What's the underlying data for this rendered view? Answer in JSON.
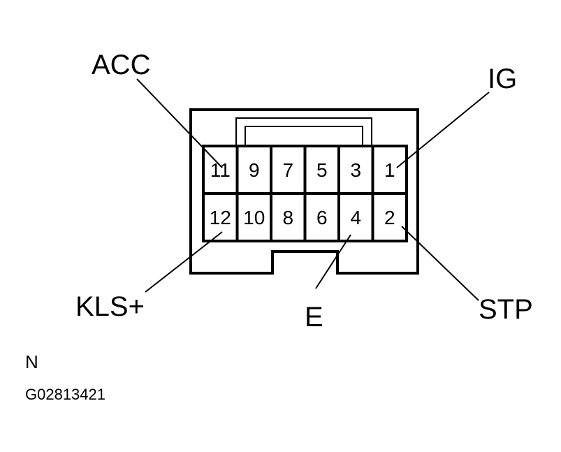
{
  "connector": {
    "top_row": [
      "11",
      "9",
      "7",
      "5",
      "3",
      "1"
    ],
    "bottom_row": [
      "12",
      "10",
      "8",
      "6",
      "4",
      "2"
    ]
  },
  "callouts": {
    "acc": "ACC",
    "ig": "IG",
    "kls": "KLS+",
    "e": "E",
    "stp": "STP"
  },
  "footer": {
    "view_letter": "N",
    "figure_code": "G02813421"
  }
}
